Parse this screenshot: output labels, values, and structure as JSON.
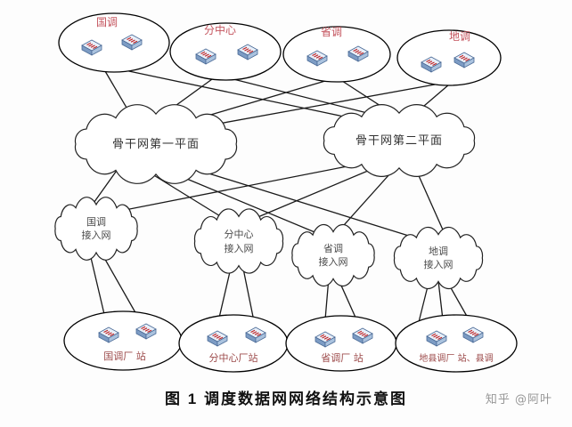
{
  "figure": {
    "caption": "图 1  调度数据网网络结构示意图",
    "watermark": "知乎 @阿叶"
  },
  "diagram_type": "network-topology",
  "nodes": {
    "top": [
      {
        "label": "国调"
      },
      {
        "label": "分中心"
      },
      {
        "label": "省调"
      },
      {
        "label": "地调"
      }
    ],
    "backbone": [
      {
        "label": "骨干网第一平面"
      },
      {
        "label": "骨干网第二平面"
      }
    ],
    "access": [
      {
        "line1": "国调",
        "line2": "接入网"
      },
      {
        "line1": "分中心",
        "line2": "接入网"
      },
      {
        "line1": "省调",
        "line2": "接入网"
      },
      {
        "line1": "地调",
        "line2": "接入网"
      }
    ],
    "bottom": [
      {
        "label": "国调厂 站"
      },
      {
        "label": "分中心厂站"
      },
      {
        "label": "省调厂 站"
      },
      {
        "label": "地县调厂 站、县调"
      }
    ]
  },
  "colors": {
    "top_label": "#c4545e",
    "bottom_label": "#9c4a4a",
    "line": "#1a1a1a",
    "watermark": "#979797"
  }
}
